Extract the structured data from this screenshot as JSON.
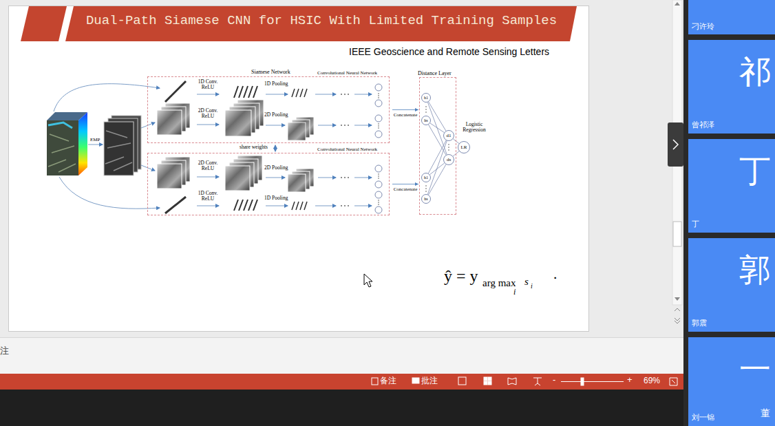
{
  "diagram": {
    "title": "Dual-Path Siamese CNN for HSIC With Limited Training Samples",
    "nodes": [
      {
        "text": [
          "Siamese Network",
          "Convolutional Neural Network"
        ]
      },
      {
        "text": [
          "Convolutional Neural Network"
        ]
      },
      {
        "text": [
          "Distance Layer"
        ]
      },
      {
        "text": [
          "h1"
        ],
        "in": 2
      },
      {
        "text": [
          "hs"
        ],
        "in": 2
      },
      {
        "text": [
          "h1"
        ],
        "in": 2
      },
      {
        "text": [
          "hs"
        ],
        "in": 2
      },
      {
        "text": [
          "d1"
        ],
        "in": 2
      },
      {
        "text": [
          "ds"
        ],
        "in": 2
      },
      {
        "text": [
          "Logistic Regression",
          "LR"
        ]
      },
      {
        "text": [
          "刁许玲"
        ]
      },
      {
        "text": [
          "祁",
          "曾祁泽"
        ]
      },
      {
        "text": [
          "丁",
          "丁"
        ]
      },
      {
        "text": [
          "郭",
          "郭震"
        ]
      },
      {
        "text": [
          "一",
          "刘一锦"
        ]
      }
    ],
    "edges": [
      {
        "from": 0,
        "to": 2,
        "arrow": "to",
        "label": "Concatenate"
      },
      {
        "from": 1,
        "to": 2,
        "arrow": "to",
        "label": "Concatenate"
      },
      {
        "from": 3,
        "to": 7,
        "arrow": "none"
      },
      {
        "from": 3,
        "to": 8,
        "arrow": "none"
      },
      {
        "from": 4,
        "to": 7,
        "arrow": "none"
      },
      {
        "from": 4,
        "to": 8,
        "arrow": "none"
      },
      {
        "from": 5,
        "to": 7,
        "arrow": "none"
      },
      {
        "from": 5,
        "to": 8,
        "arrow": "none"
      },
      {
        "from": 6,
        "to": 7,
        "arrow": "none"
      },
      {
        "from": 6,
        "to": 8,
        "arrow": "none"
      },
      {
        "from": 7,
        "to": 9,
        "arrow": "none"
      },
      {
        "from": 8,
        "to": 9,
        "arrow": "none"
      }
    ],
    "labels": [
      "IEEE Geoscience and Remote Sensing Letters",
      "EMP",
      "1D Conv. ReLU",
      "1D Pooling",
      "2D Conv. ReLU",
      "2D Pooling",
      "share weights",
      "2D Conv. ReLU",
      "2D Pooling",
      "1D Conv. ReLU",
      "1D Pooling",
      "ŷ = y",
      "arg max",
      "s",
      "i",
      "i",
      "·",
      "注",
      "备注",
      "批注",
      "69%",
      "董",
      "-",
      "+"
    ]
  }
}
